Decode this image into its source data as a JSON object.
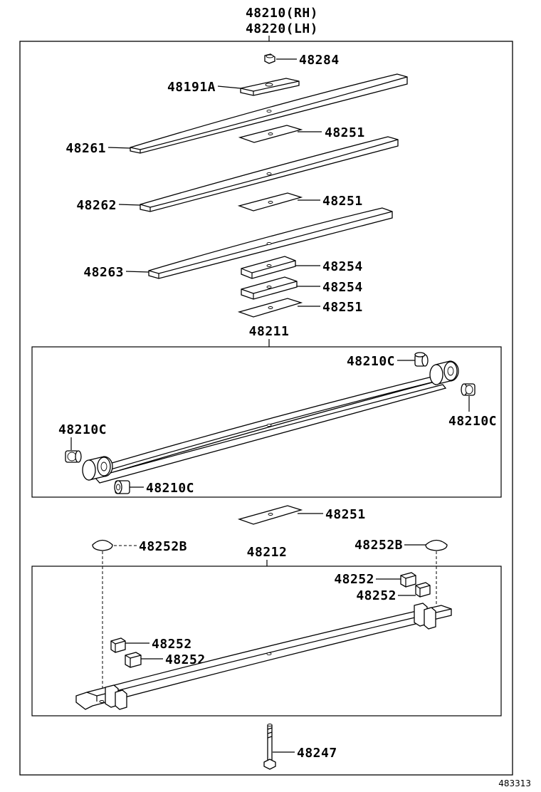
{
  "title": {
    "rh": "48210(RH)",
    "lh": "48220(LH)"
  },
  "labels": {
    "nut": "48284",
    "plate": "48191A",
    "leaf1": "48261",
    "leaf2": "48262",
    "leaf3": "48263",
    "pad1": "48251",
    "pad2": "48251",
    "spacer1": "48254",
    "spacer2": "48254",
    "pad3": "48251",
    "main_leaf": "48211",
    "bush_top": "48210C",
    "bush_right": "48210C",
    "bush_left": "48210C",
    "bush_bottom": "48210C",
    "pad4": "48251",
    "cap_left": "48252B",
    "cap_right": "48252B",
    "second_leaf": "48212",
    "clip_r1": "48252",
    "clip_r2": "48252",
    "clip_l1": "48252",
    "clip_l2": "48252",
    "bolt": "48247"
  },
  "ref_code": "483313"
}
